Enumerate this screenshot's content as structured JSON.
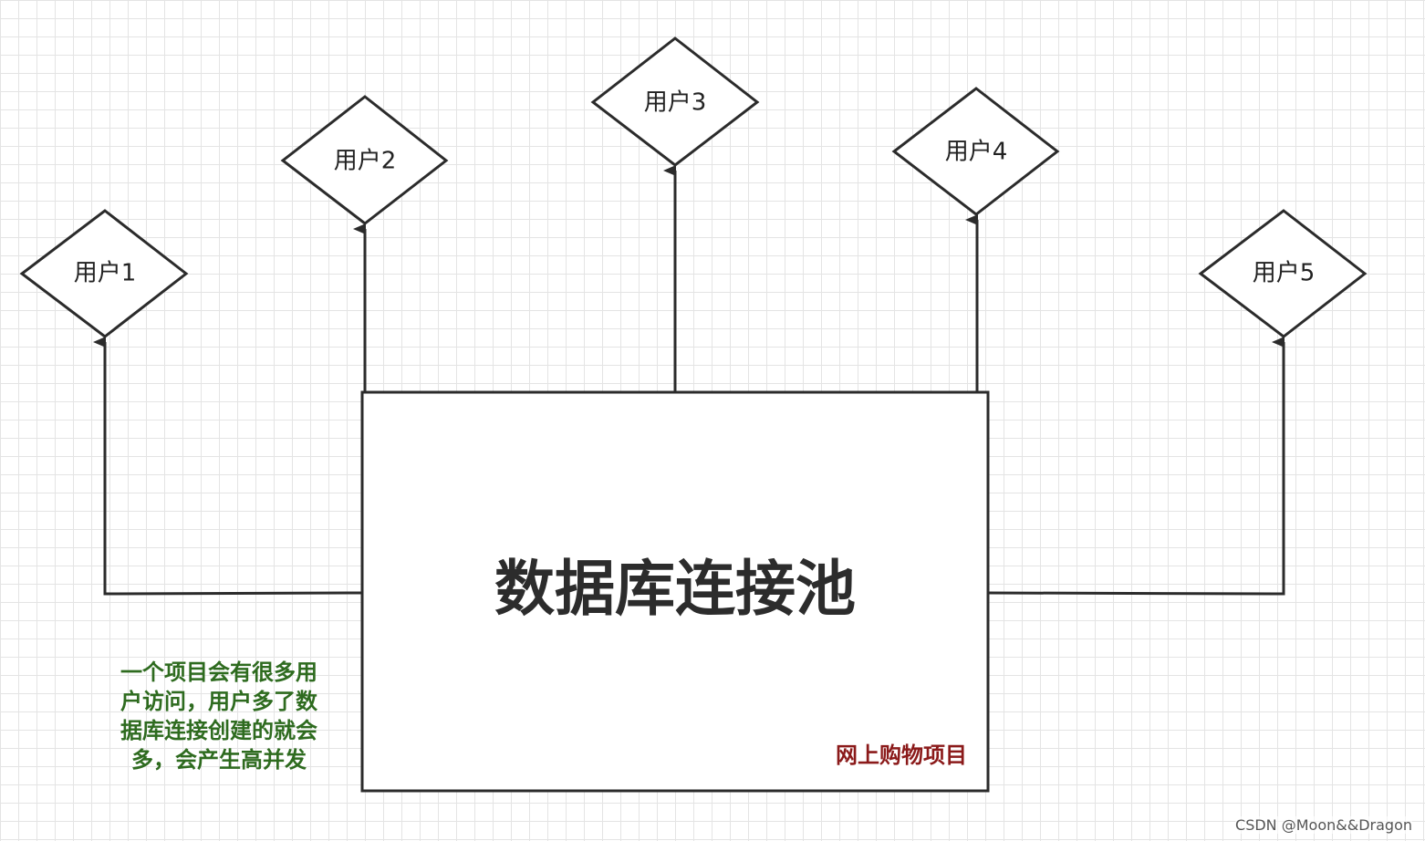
{
  "pool": {
    "title": "数据库连接池",
    "project_label": "网上购物项目",
    "project_label_color": "#8b1a1a"
  },
  "users": [
    {
      "label": "用户1"
    },
    {
      "label": "用户2"
    },
    {
      "label": "用户3"
    },
    {
      "label": "用户4"
    },
    {
      "label": "用户5"
    }
  ],
  "note": {
    "lines": [
      "一个项目会有很多用",
      "户访问，用户多了数",
      "据库连接创建的就会",
      "多，会产生高并发"
    ],
    "color": "#2e6b1f"
  },
  "watermark": "CSDN @Moon&&Dragon",
  "colors": {
    "stroke": "#2b2b2b",
    "grid": "#e4e4e4",
    "background": "#ffffff"
  }
}
